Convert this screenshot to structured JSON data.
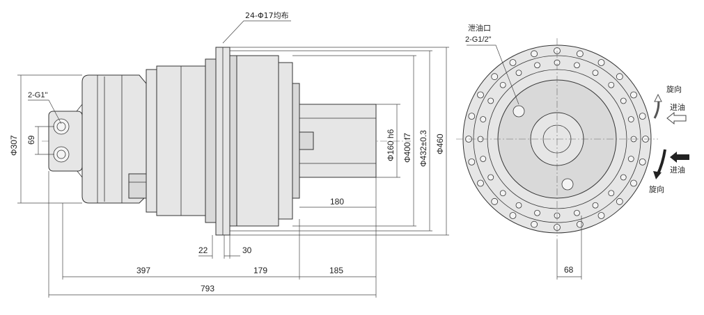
{
  "side_view": {
    "annotations": {
      "bolt_holes": "24-Φ17均布",
      "port_left": "2-G1\""
    },
    "dimensions": {
      "d307": "Φ307",
      "d69": "69",
      "d160": "Φ160 h6",
      "d400": "Φ400 f7",
      "d432": "Φ432±0.3",
      "d460": "Φ460",
      "len180": "180",
      "len22": "22",
      "len30": "30",
      "len397": "397",
      "len179": "179",
      "len185": "185",
      "len793": "793"
    }
  },
  "front_view": {
    "annotations": {
      "drain_title": "泄油口",
      "drain_spec": "2-G1/2\"",
      "rotation_top": "旋向",
      "inlet_top": "进油",
      "inlet_bottom": "进油",
      "rotation_bottom": "旋向"
    },
    "dimensions": {
      "d68": "68"
    }
  }
}
